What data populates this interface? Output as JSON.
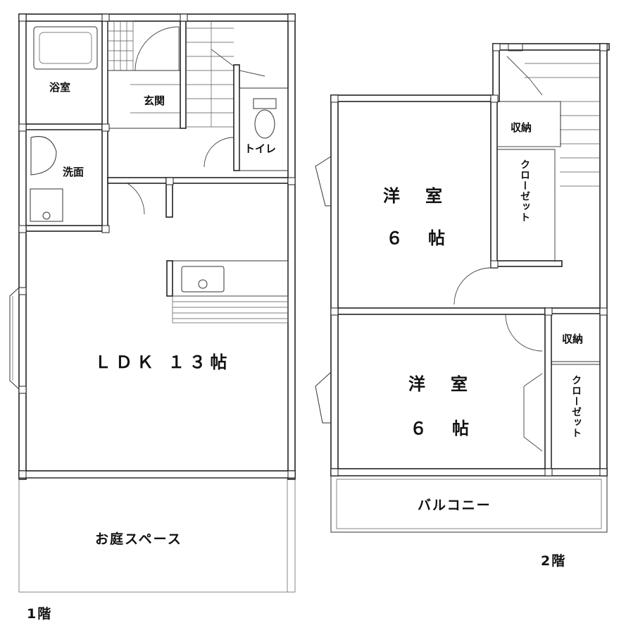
{
  "floor1": {
    "label": "1階",
    "rooms": {
      "bath": "浴室",
      "entrance": "玄関",
      "toilet": "トイレ",
      "washroom": "洗面",
      "ldk": "ＬＤＫ １３帖",
      "garden": "お庭スペース"
    }
  },
  "floor2": {
    "label": "2階",
    "rooms": {
      "room1_name": "洋　室",
      "room1_size": "６　帖",
      "room2_name": "洋　室",
      "room2_size": "６　帖",
      "storage1": "収納",
      "storage2": "収納",
      "closet1": "クローゼット",
      "closet2": "クローゼット",
      "balcony": "バルコニー"
    }
  }
}
